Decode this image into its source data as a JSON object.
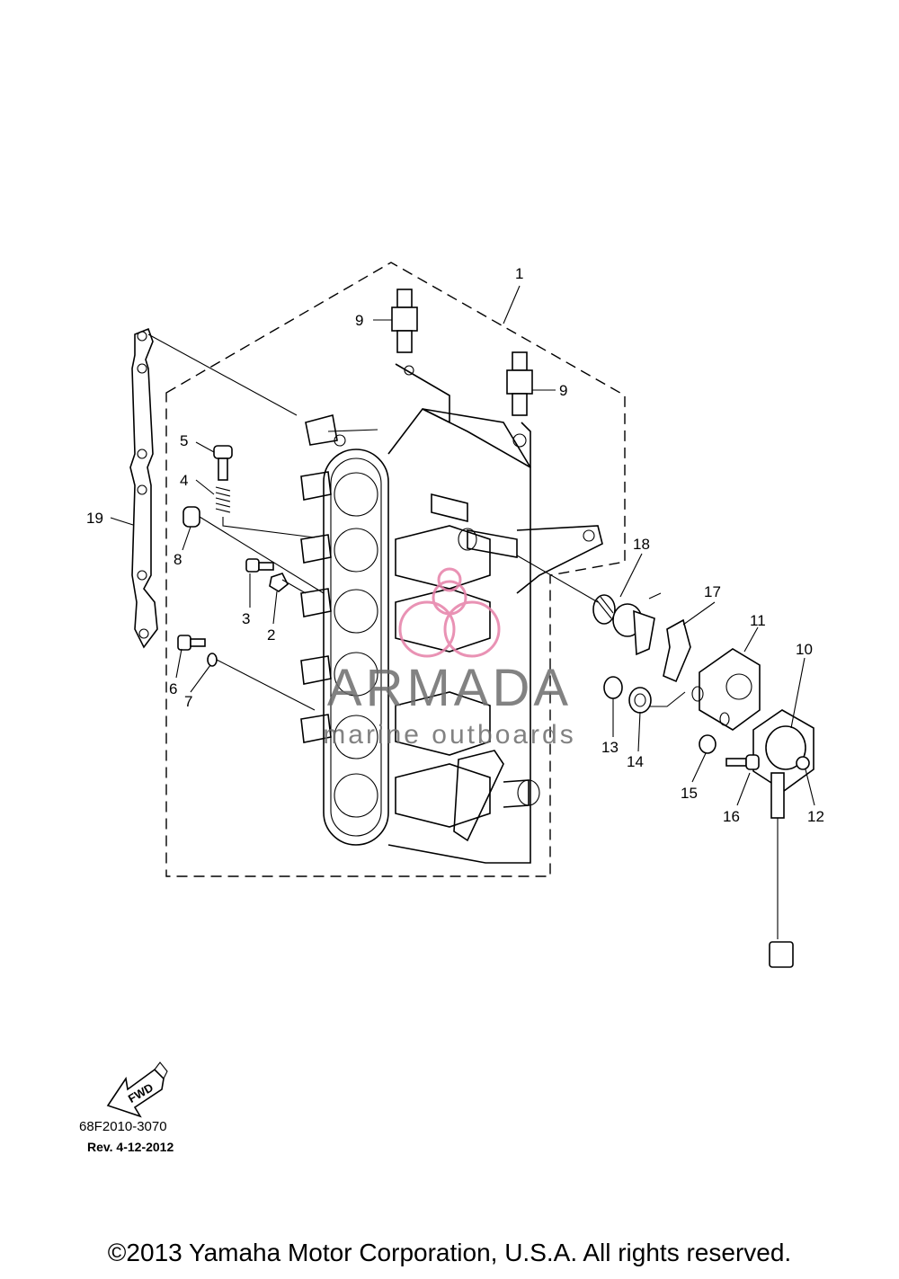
{
  "callouts": [
    "1",
    "2",
    "3",
    "4",
    "5",
    "6",
    "7",
    "8",
    "9",
    "9",
    "10",
    "11",
    "12",
    "13",
    "14",
    "15",
    "16",
    "17",
    "18",
    "19"
  ],
  "fwd_label": "FWD",
  "diagram_code": "68F2010-3070",
  "revision": "Rev.  4-12-2012",
  "watermark": {
    "brand": "ARMADA",
    "tagline": "marine outboards",
    "logo_color": "#e67fa8"
  },
  "copyright": "©2013 Yamaha Motor Corporation, U.S.A. All rights reserved."
}
